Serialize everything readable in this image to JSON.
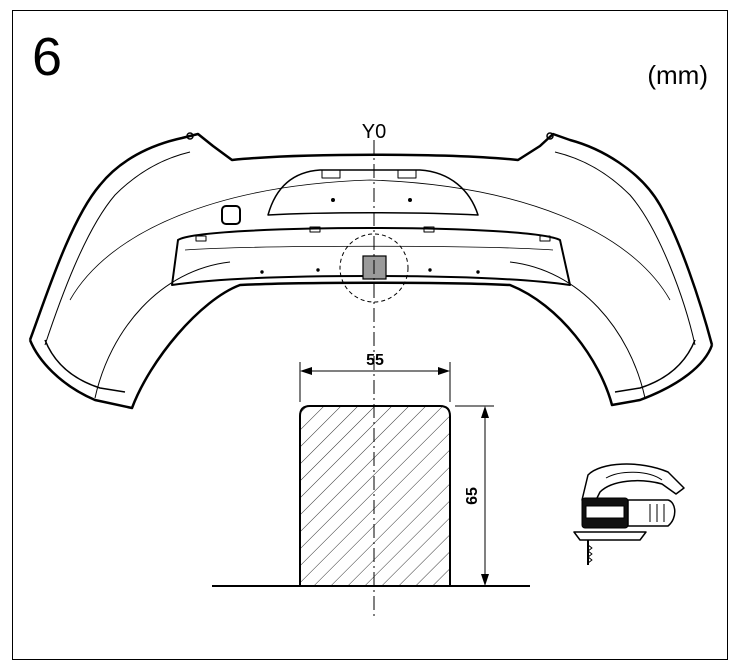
{
  "step_number": "6",
  "unit_label": "(mm)",
  "axis_label": "Y0",
  "dimensions": {
    "width_mm": "55",
    "height_mm": "65"
  },
  "colors": {
    "line": "#000000",
    "cutout_fill": "#9a9a9a",
    "background": "#ffffff"
  },
  "icons": {
    "tool": "jigsaw-icon"
  }
}
